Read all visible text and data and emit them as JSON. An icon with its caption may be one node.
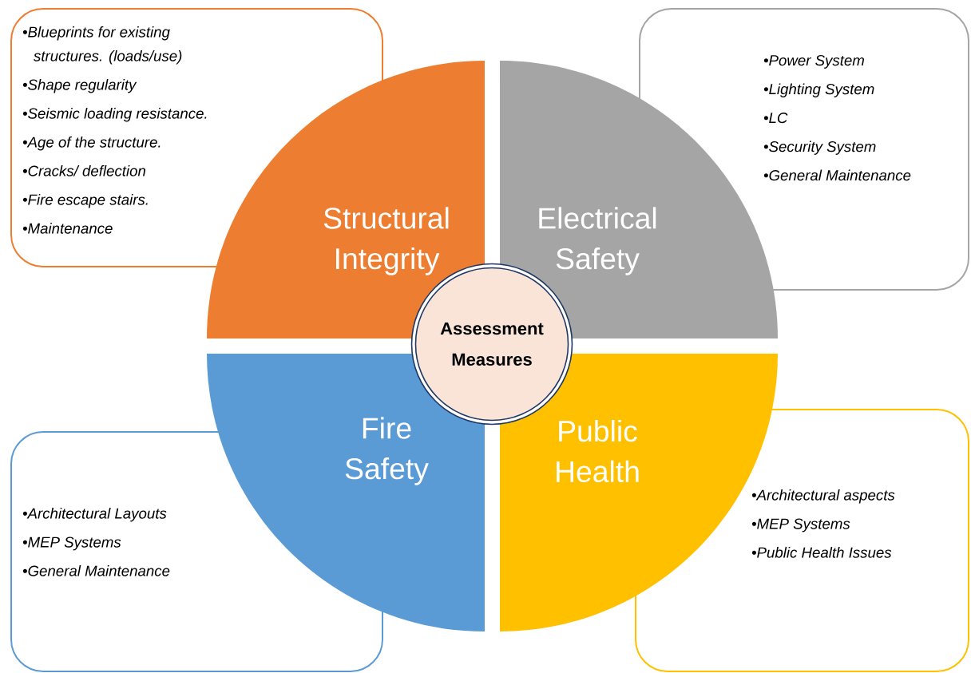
{
  "diagram": {
    "nodes": [
      {
        "text": [
          "•Blueprints for existing structures. (loads/use)",
          "•Shape regularity",
          "•Seismic loading resistance.",
          "•Age of the structure.",
          "•Cracks/ deflection",
          "•Fire escape stairs.",
          "•Maintenance"
        ]
      },
      {
        "text": [
          "Structural Integrity"
        ]
      },
      {
        "text": [
          "•Power System",
          "•Lighting System",
          "•LC",
          "•Security System",
          "•General Maintenance"
        ]
      },
      {
        "text": [
          "Electrical Safety"
        ]
      },
      {
        "text": [
          "Assessment Measures"
        ]
      },
      {
        "text": [
          "Fire Safety"
        ]
      },
      {
        "text": [
          "•Architectural Layouts",
          "•MEP Systems",
          "•General Maintenance"
        ]
      },
      {
        "text": [
          "Public Health"
        ]
      },
      {
        "text": [
          "•Architectural aspects",
          "•MEP Systems",
          "•Public Health Issues"
        ]
      }
    ],
    "edges": []
  }
}
